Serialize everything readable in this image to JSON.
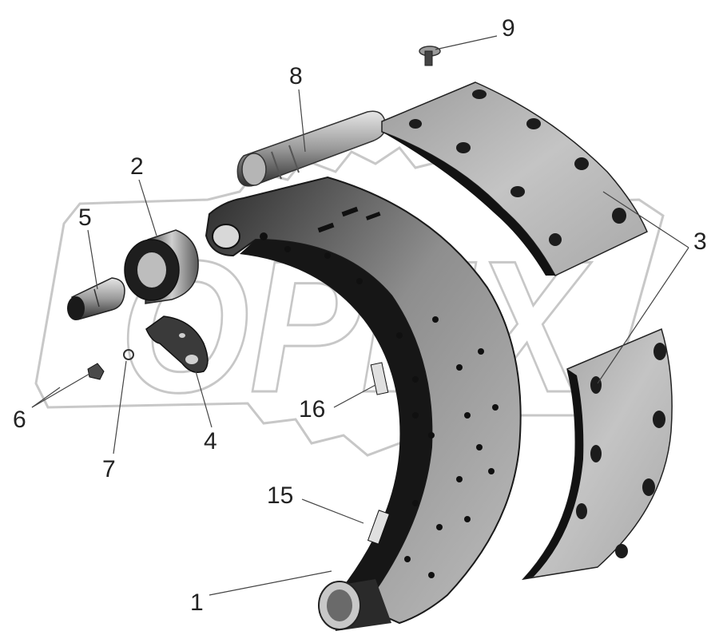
{
  "watermark": {
    "text": "OPEX"
  },
  "callouts": [
    {
      "id": "1",
      "label": "1"
    },
    {
      "id": "2",
      "label": "2"
    },
    {
      "id": "3",
      "label": "3"
    },
    {
      "id": "4",
      "label": "4"
    },
    {
      "id": "5",
      "label": "5"
    },
    {
      "id": "6",
      "label": "6"
    },
    {
      "id": "7",
      "label": "7"
    },
    {
      "id": "8",
      "label": "8"
    },
    {
      "id": "9",
      "label": "9"
    },
    {
      "id": "15",
      "label": "15"
    },
    {
      "id": "16",
      "label": "16"
    }
  ],
  "colors": {
    "metal_dark": "#1a1a1a",
    "metal_mid": "#8a8a8a",
    "lining_light": "#b9b9b9",
    "lining_edge": "#121212",
    "leader": "#444444",
    "watermark": "#9a9a9a"
  }
}
